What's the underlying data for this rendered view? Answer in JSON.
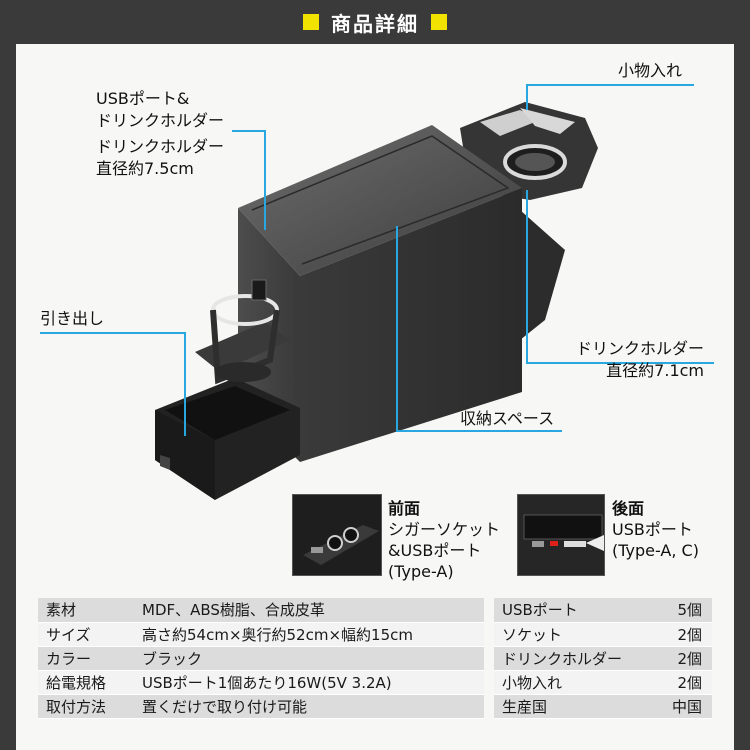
{
  "header": {
    "title": "商品詳細"
  },
  "callouts": {
    "usb_drink_line1": "USBポート&",
    "usb_drink_line2": "ドリンクホルダー",
    "drink_front_line1": "ドリンクホルダー",
    "drink_front_line2": "直径約7.5cm",
    "small_items": "小物入れ",
    "drawer": "引き出し",
    "drink_rear_line1": "ドリンクホルダー",
    "drink_rear_line2": "直径約7.1cm",
    "storage": "収納スペース"
  },
  "insets": {
    "front": {
      "title": "前面",
      "line1": "シガーソケット",
      "line2": "&USBポート",
      "line3": "(Type-A)"
    },
    "rear": {
      "title": "後面",
      "line1": "USBポート",
      "line2": "(Type-A, C)"
    }
  },
  "specs": [
    {
      "key": "素材",
      "value": "MDF、ABS樹脂、合成皮革"
    },
    {
      "key": "サイズ",
      "value": "高さ約54cm×奥行約52cm×幅約15cm"
    },
    {
      "key": "カラー",
      "value": "ブラック"
    },
    {
      "key": "給電規格",
      "value": "USBポート1個あたり16W(5V 3.2A)"
    },
    {
      "key": "取付方法",
      "value": "置くだけで取り付け可能"
    }
  ],
  "parts": [
    {
      "key": "USBポート",
      "value": "5個"
    },
    {
      "key": "ソケット",
      "value": "2個"
    },
    {
      "key": "ドリンクホルダー",
      "value": "2個"
    },
    {
      "key": "小物入れ",
      "value": "2個"
    },
    {
      "key": "生産国",
      "value": "中国"
    }
  ],
  "colors": {
    "accent_line": "#27a8e0",
    "header_square": "#f2e200",
    "header_bg": "#3a3a3a",
    "usb_red": "#e0201a"
  }
}
